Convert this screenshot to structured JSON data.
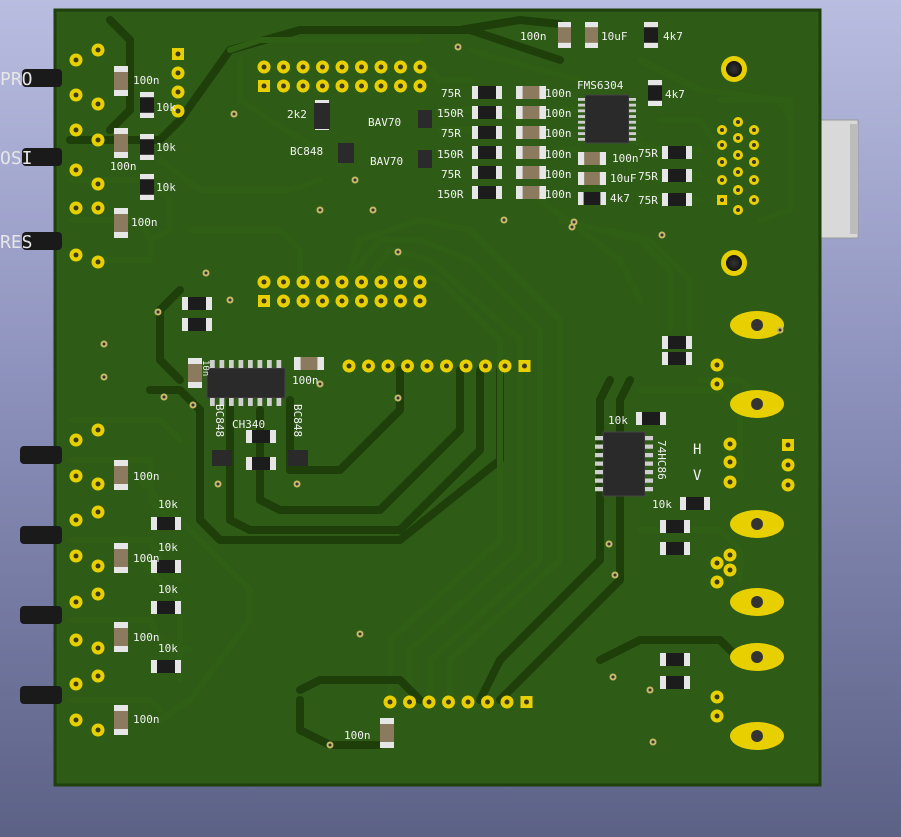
{
  "connector_labels": {
    "left_top": "PRO",
    "left_mid": "OSI",
    "left_bot": "RES"
  },
  "ic_labels": {
    "fms": "FMS6304",
    "ch340": "CH340",
    "hc86": "74HC86",
    "bc848_left": "BC848",
    "bc848_right": "BC848",
    "bc848_top": "BC848"
  },
  "component_labels": {
    "top_100n": "100n",
    "top_10uf": "10uF",
    "top_4k7": "4k7",
    "right_4k7": "4k7",
    "left_100n_a": "100n",
    "left_10k_a": "10k",
    "left_100n_b": "100n",
    "left_10k_b": "10k",
    "left_10k_c": "10k",
    "left_100n_c": "100n",
    "res_2k2": "2k2",
    "bav70_a": "BAV70",
    "bav70_b": "BAV70",
    "r75_a": "75R",
    "r150_a": "150R",
    "r75_b": "75R",
    "r150_b": "150R",
    "r75_c": "75R",
    "r150_c": "150R",
    "c100n_1": "100n",
    "c100n_2": "100n",
    "c100n_3": "100n",
    "c100n_4": "100n",
    "c100n_5": "100n",
    "c100n_6": "100n",
    "fms_100n": "100n",
    "fms_10uf": "10uF",
    "fms_4k7": "4k7",
    "out_75r_a": "75R",
    "out_75r_b": "75R",
    "out_75r_c": "75R",
    "ch340_100n": "100n",
    "ch340_cap_small": "10n",
    "hc86_10k_a": "10k",
    "hc86_10k_b": "10k",
    "hc86_h": "H",
    "hc86_v": "V",
    "low_100n_1": "100n",
    "low_10k_1": "10k",
    "low_10k_2": "10k",
    "low_100n_2": "100n",
    "low_10k_3": "10k",
    "low_100n_3": "100n",
    "low_10k_4": "10k",
    "low_100n_4": "100n",
    "bottom_100n": "100n"
  },
  "colors": {
    "board": "#2e5b16",
    "board_edge": "#1f3f0c",
    "copper": "#3c7420",
    "pad": "#e8d000",
    "silk": "#f2f2f2",
    "chip": "#2a2a2a"
  }
}
